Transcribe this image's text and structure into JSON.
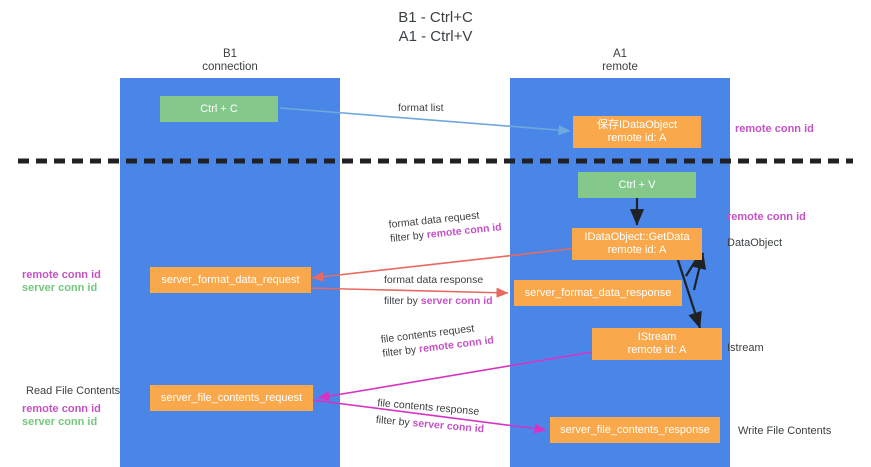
{
  "title": {
    "line1": "B1 - Ctrl+C",
    "line2": "A1 - Ctrl+V"
  },
  "lanes": [
    {
      "id": "b1",
      "name": "B1",
      "sub": "connection"
    },
    {
      "id": "a1",
      "name": "A1",
      "sub": "remote"
    }
  ],
  "boxes": {
    "ctrl_c": {
      "label": "Ctrl + C"
    },
    "ctrl_v": {
      "label": "Ctrl + V"
    },
    "set_dataobject": {
      "line1": "保存IDataObject",
      "line2": "remote id: A"
    },
    "getdata": {
      "line1": "IDataObject::GetData",
      "line2": "remote id: A"
    },
    "istream": {
      "line1": "IStream",
      "line2": "remote id: A"
    },
    "server_format_data_request": {
      "label": "server_format_data_request"
    },
    "server_format_data_response": {
      "label": "server_format_data_response"
    },
    "server_file_contents_request": {
      "label": "server_file_contents_request"
    },
    "server_file_contents_response": {
      "label": "server_file_contents_response"
    }
  },
  "edges": {
    "format_list": {
      "label": "format list"
    },
    "format_data_request": {
      "label": "format data request",
      "filter_prefix": "filter by ",
      "filter_key": "remote conn id"
    },
    "format_data_response": {
      "label": "format data response",
      "filter_prefix": "filter by ",
      "filter_key": "server conn id"
    },
    "file_contents_request": {
      "label": "file contents request",
      "filter_prefix": "filter by ",
      "filter_key": "remote conn id"
    },
    "file_contents_response": {
      "label": "file contents response",
      "filter_prefix": "filter by ",
      "filter_key": "server conn id"
    }
  },
  "annotations": {
    "right_remote_conn_id_top": "remote conn id",
    "right_remote_conn_id_mid": "remote conn id",
    "right_dataobject": "DataObject",
    "right_istream": "Istream",
    "right_write_file_contents": "Write File Contents",
    "left_remote_conn_id_mid": "remote conn id",
    "left_server_conn_id_mid": "server conn id",
    "left_read_file_contents": "Read File Contents",
    "left_remote_conn_id_bottom": "remote conn id",
    "left_server_conn_id_bottom": "server conn id"
  },
  "colors": {
    "lane": "#4a86e8",
    "orange": "#f9a94c",
    "green": "#84c98b",
    "purple": "#c552c5",
    "green_text": "#73c87c",
    "red_arrow": "#e8695f",
    "magenta_arrow": "#d633c4",
    "light_blue_arrow": "#6fa8dc",
    "black": "#202124"
  }
}
